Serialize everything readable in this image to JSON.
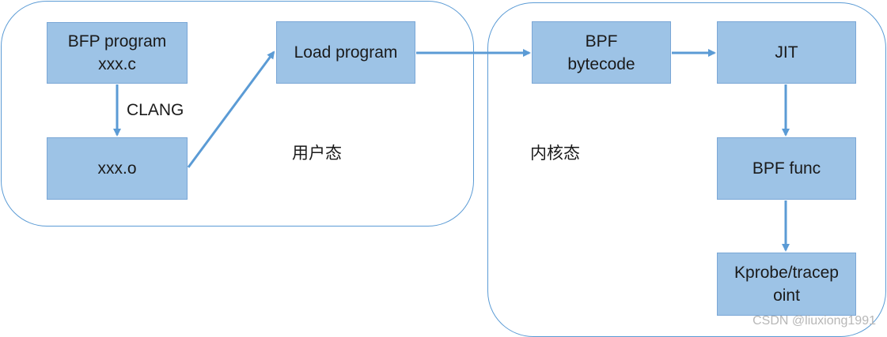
{
  "regions": {
    "user_space_label": "用户态",
    "kernel_space_label": "内核态"
  },
  "nodes": {
    "bfp_program": "BFP program\nxxx.c",
    "object_file": "xxx.o",
    "load_program": "Load program",
    "bpf_bytecode": "BPF\nbytecode",
    "jit": "JIT",
    "bpf_func": "BPF func",
    "kprobe_tracepoint": "Kprobe/tracep\noint"
  },
  "edges": {
    "clang_label": "CLANG"
  },
  "watermark": "CSDN @liuxiong1991",
  "colors": {
    "box_fill": "#9dc3e6",
    "box_border": "#7aa7d6",
    "region_border": "#5b9bd5",
    "arrow": "#5b9bd5"
  }
}
